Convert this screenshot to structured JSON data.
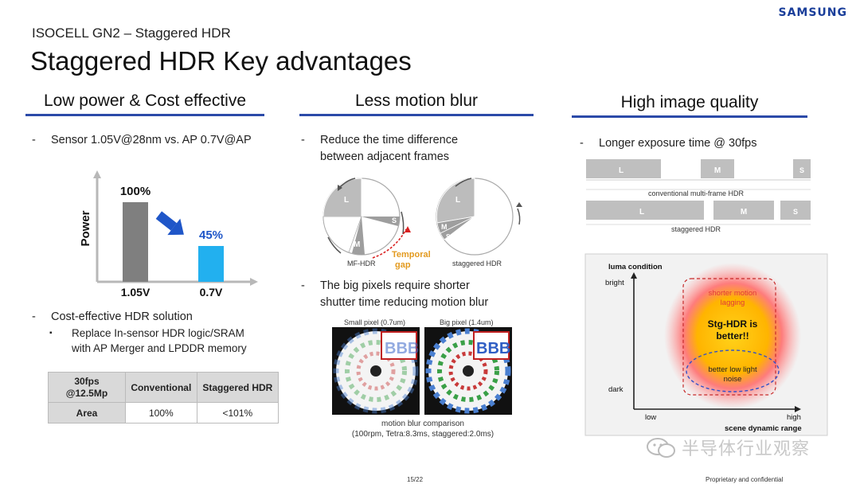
{
  "logo": "SAMSUNG",
  "subtitle": "ISOCELL GN2 – Staggered HDR",
  "title": "Staggered HDR Key advantages",
  "col1": {
    "heading": "Low power & Cost effective",
    "bullet1": "Sensor 1.05V@28nm vs. AP 0.7V@AP",
    "dash": "-",
    "chart_data": {
      "type": "bar",
      "categories": [
        "1.05V",
        "0.7V"
      ],
      "values": [
        100,
        45
      ],
      "data_labels": [
        "100%",
        "45%"
      ],
      "ylabel": "Power",
      "ylim": [
        0,
        130
      ],
      "colors": [
        "#7f7f7f",
        "#22b0ef"
      ],
      "arrow_color": "#1f56c8"
    },
    "bullet2": "Cost-effective HDR solution",
    "sub_mark": "▪",
    "sub_bullet_line1": "Replace In-sensor HDR logic/SRAM",
    "sub_bullet_line2": "with AP Merger and LPDDR memory",
    "table": {
      "header": [
        "30fps\n@12.5Mp",
        "Conventional",
        "Staggered HDR"
      ],
      "row": [
        "Area",
        "100%",
        "<101%"
      ]
    }
  },
  "col2": {
    "heading": "Less motion blur",
    "bullet1_line1": "Reduce the time difference",
    "bullet1_line2": "between adjacent frames",
    "pie_left": {
      "labels": [
        "L",
        "M",
        "S"
      ],
      "caption": "MF-HDR"
    },
    "pie_right": {
      "labels": [
        "L",
        "M",
        "S"
      ],
      "caption": "staggered HDR"
    },
    "gap_label_line1": "Temporal",
    "gap_label_line2": "gap",
    "bullet2_line1": "The big pixels require shorter",
    "bullet2_line2": "shutter time reducing motion blur",
    "img_left_label": "Small pixel (0.7um)",
    "img_right_label": "Big pixel (1.4um)",
    "img_text": "BBB",
    "caption_line1": "motion blur comparison",
    "caption_line2": "(100rpm, Tetra:8.3ms, staggered:2.0ms)"
  },
  "col3": {
    "heading": "High image quality",
    "bullet1": "Longer exposure time @ 30fps",
    "timeline1": {
      "labels": [
        "L",
        "M",
        "S"
      ],
      "caption": "conventional multi-frame HDR"
    },
    "timeline2": {
      "labels": [
        "L",
        "M",
        "S"
      ],
      "caption": "staggered HDR"
    },
    "diagram": {
      "y_title": "luma condition",
      "y_high": "bright",
      "y_low": "dark",
      "x_low": "low",
      "x_high": "high",
      "x_title": "scene dynamic range",
      "top_note_line1": "shorter motion",
      "top_note_line2": "lagging",
      "center_line1": "Stg-HDR is",
      "center_line2": "better!!",
      "bottom_note_line1": "better low light",
      "bottom_note_line2": "noise"
    }
  },
  "watermark": "半导体行业观察",
  "page_number": "15/22",
  "confidential": "Proprietary and confidential",
  "colors": {
    "accent_line": "#2b4aa8",
    "logo": "#1a3e9a",
    "gap_label": "#e39a1f"
  }
}
